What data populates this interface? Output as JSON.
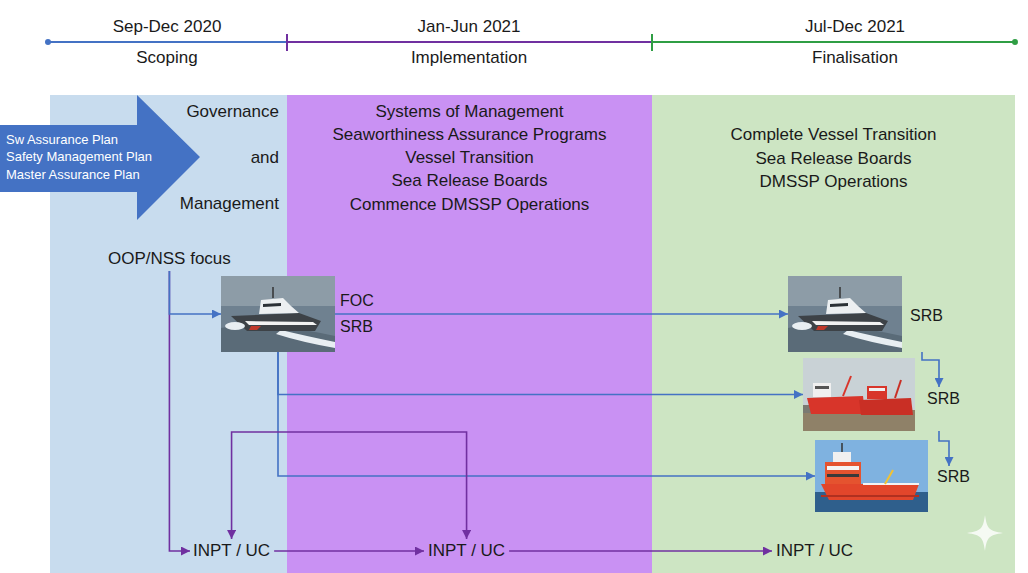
{
  "diagram": {
    "nodes": [
      {
        "text": [
          "Sw Assurance Plan",
          "Safety Management Plan",
          "Master Assurance Plan"
        ]
      },
      {
        "text": [
          "Governance and Management"
        ]
      },
      {
        "text": [
          "Systems of Management",
          "Seaworthiness Assurance Programs",
          "Vessel Transition",
          "Sea Release Boards",
          "Commence DMSSP Operations"
        ]
      },
      {
        "text": [
          "Complete Vessel Transition",
          "Sea Release Boards",
          "DMSSP Operations"
        ]
      },
      {
        "text": [
          "OOP/NSS focus"
        ],
        "in": 1
      },
      {
        "text": [
          "FOC",
          "SRB"
        ]
      },
      {
        "text": [
          "SRB"
        ],
        "in": 3
      },
      {
        "text": [
          "SRB"
        ],
        "in": 3
      },
      {
        "text": [
          "SRB"
        ],
        "in": 3
      },
      {
        "text": [
          "INPT / UC"
        ],
        "in": 1
      },
      {
        "text": [
          "INPT / UC"
        ],
        "in": 2
      },
      {
        "text": [
          "INPT / UC"
        ],
        "in": 3
      }
    ],
    "edges": [
      {
        "from": 4,
        "to": 9,
        "arrow": "to"
      },
      {
        "from": 4,
        "to": 5,
        "arrow": "to"
      },
      {
        "from": 5,
        "to": 6,
        "arrow": "to"
      },
      {
        "from": 5,
        "to": 7,
        "arrow": "to"
      },
      {
        "from": 5,
        "to": 8,
        "arrow": "to"
      },
      {
        "from": 6,
        "to": 7,
        "arrow": "to"
      },
      {
        "from": 7,
        "to": 8,
        "arrow": "to"
      },
      {
        "from": 9,
        "to": 10,
        "arrow": "both"
      },
      {
        "from": 9,
        "to": 10,
        "arrow": "to"
      },
      {
        "from": 10,
        "to": 11,
        "arrow": "to"
      }
    ],
    "labels": [
      "Sep-Dec 2020",
      "Scoping",
      "Jan-Jun 2021",
      "Implementation",
      "Jul-Dec 2021",
      "Finalisation"
    ]
  }
}
